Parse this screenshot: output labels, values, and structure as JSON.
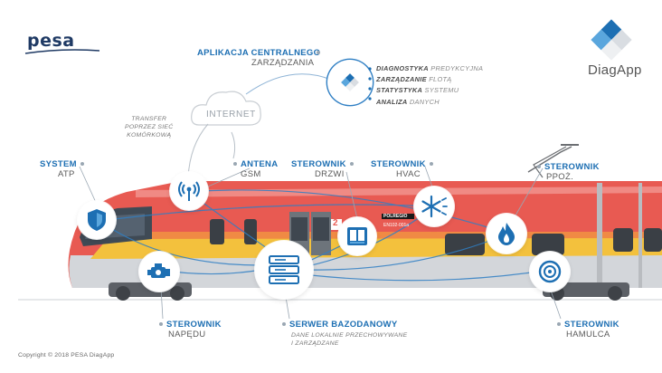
{
  "brand": {
    "pesa": "pesa",
    "diagapp": "DiagApp"
  },
  "central_app": {
    "title": "APLIKACJA CENTRALNEGO",
    "subtitle": "ZARZĄDZANIA",
    "features": [
      {
        "bold": "DIAGNOSTYKA",
        "rest": "PREDYKCYJNA"
      },
      {
        "bold": "ZARZĄDZANIE",
        "rest": "FLOTĄ"
      },
      {
        "bold": "STATYSTYKA",
        "rest": "SYSTEMU"
      },
      {
        "bold": "ANALIZA",
        "rest": "DANYCH"
      }
    ]
  },
  "internet": {
    "label": "INTERNET",
    "transfer_lines": [
      "TRANSFER",
      "POPRZEZ SIEĆ",
      "KOMÓRKOWĄ"
    ]
  },
  "labels": {
    "atp": {
      "title": "SYSTEM",
      "sub": "ATP"
    },
    "antenna": {
      "title": "ANTENA",
      "sub": "GSM"
    },
    "doors": {
      "title": "STEROWNIK",
      "sub": "DRZWI"
    },
    "hvac": {
      "title": "STEROWNIK",
      "sub": "HVAC"
    },
    "fire": {
      "title": "STEROWNIK",
      "sub": "PPOŻ."
    },
    "drive": {
      "title": "STEROWNIK",
      "sub": "NAPĘDU"
    },
    "server": {
      "title": "SERWER BAZODANOWY",
      "note_lines": [
        "DANE LOKALNIE PRZECHOWYWANE",
        "I ZARZĄDZANE"
      ]
    },
    "brake": {
      "title": "STEROWNIK",
      "sub": "HAMULCA"
    }
  },
  "train": {
    "unit_label": "POLREGIO",
    "unit_number": "EN102-001a",
    "car_number": "2"
  },
  "colors": {
    "accent": "#1d6fb3",
    "train_red": "#e2504b",
    "train_yellow": "#f2c03b",
    "train_grey": "#cfd2d6"
  },
  "copyright": "Copyright © 2018 PESA DiagApp"
}
